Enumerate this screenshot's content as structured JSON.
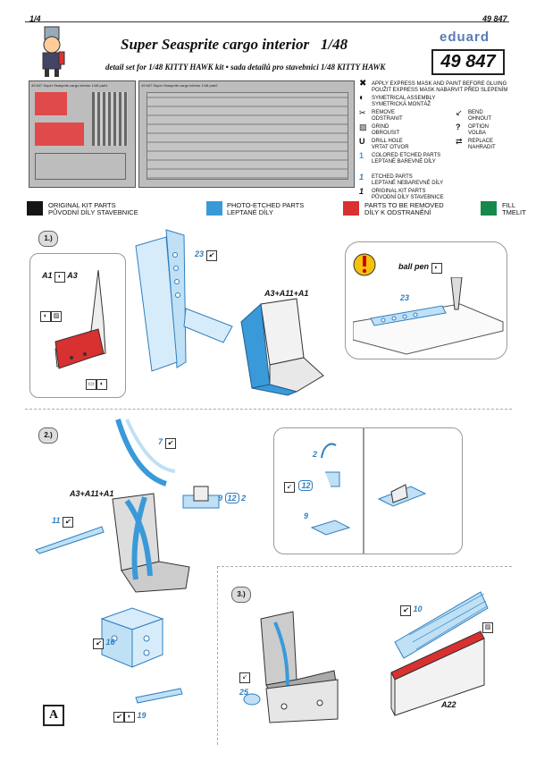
{
  "page": {
    "number": "1/4",
    "code_small": "49 847"
  },
  "header": {
    "title": "Super Seasprite cargo interior",
    "scale": "1/48",
    "subtitle": "detail set for 1/48 KITTY HAWK kit • sada detailů pro stavebnici 1/48 KITTY HAWK",
    "brand": "eduard",
    "product_code": "49 847"
  },
  "photos": {
    "fret1_label": "49 847 Super Seasprite cargo interior 1/48 part1",
    "fret2_label": "49 847 Super Seasprite cargo interior 1/48 part2"
  },
  "key": [
    {
      "icon": "✖",
      "text": "APPLY EXPRESS MASK AND PAINT BEFORE GLUING\nPOUŽIT EXPRESS MASK NABARVIT PŘED SLEPENÍM"
    },
    {
      "icon": "◐",
      "text": "SYMETRICAL ASSEMBLY\nSYMETRICKÁ MONTÁŽ"
    },
    {
      "icon": "✂",
      "text": "REMOVE\nODSTRANIT"
    },
    {
      "icon": "▨",
      "text": "GRIND\nOBROUSIT"
    },
    {
      "icon": "U",
      "text": "DRILL HOLE\nVRTAT OTVOR"
    },
    {
      "icon": "1",
      "text": "COLORED ETCHED PARTS\nLEPTANÉ BAREVNÉ DÍLY"
    },
    {
      "icon": "1",
      "text": "ETCHED PARTS\nLEPTANÉ NEBAREVNÉ DÍLY"
    },
    {
      "icon": "1",
      "text": "ORIGINAL KIT PARTS\nPŮVODNÍ DÍLY STAVEBNICE"
    }
  ],
  "key_right": [
    {
      "icon": "↙",
      "text": "BEND\nOHNOUT"
    },
    {
      "icon": "?",
      "text": "OPTION\nVOLBA"
    },
    {
      "icon": "⇄",
      "text": "REPLACE\nNAHRADIT"
    }
  ],
  "legend": [
    {
      "color": "#151515",
      "text": "ORIGINAL KIT PARTS\nPŮVODNÍ DÍLY STAVEBNICE"
    },
    {
      "color": "#3a9ad9",
      "text": "PHOTO-ETCHED PARTS\nLEPTANÉ DÍLY"
    },
    {
      "color": "#d93030",
      "text": "PARTS TO BE REMOVED\nDÍLY K ODSTRANĚNÍ"
    },
    {
      "color": "#15894a",
      "text": "FILL\nTMELIT"
    }
  ],
  "step1": {
    "label": "1.)",
    "parts": "A1",
    "parts2": "A3",
    "etch": "23",
    "assembly": "A3+A11+A1",
    "tool": "ball pen",
    "etch2": "23"
  },
  "step2": {
    "label": "2.)",
    "assembly": "A3+A11+A1",
    "p7": "7",
    "p11": "11",
    "p9": "9",
    "p12": "12",
    "p2": "2",
    "p16": "16",
    "p19": "19",
    "d2": "2",
    "d12": "12",
    "d9": "9",
    "section": "A"
  },
  "step3": {
    "label": "3.)",
    "p25": "25",
    "p10": "10",
    "part": "A22"
  }
}
